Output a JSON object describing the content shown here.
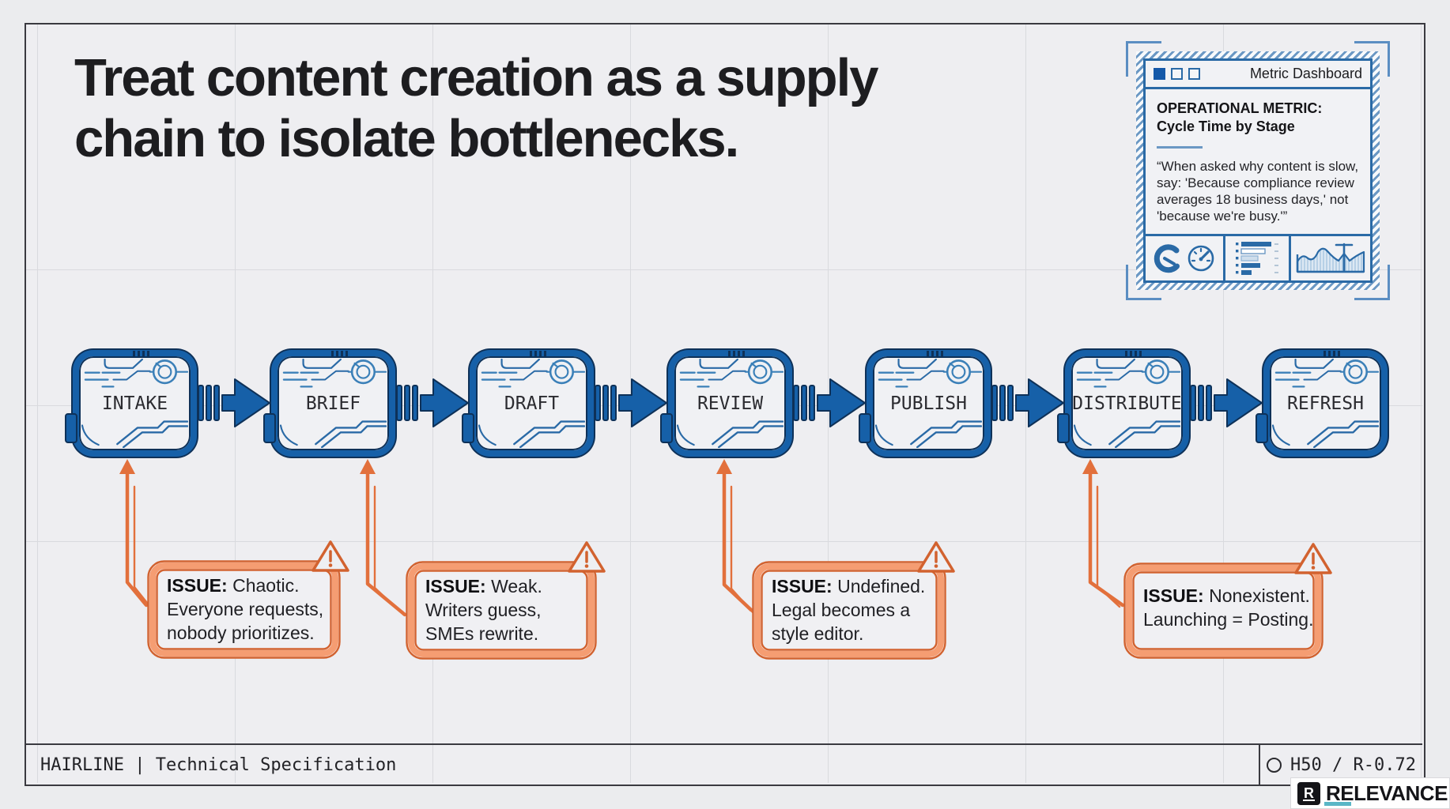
{
  "title": {
    "line1": "Treat content creation as a supply",
    "line2": "chain to isolate bottlenecks."
  },
  "dashboard": {
    "window_title": "Metric Dashboard",
    "metric_label": "OPERATIONAL METRIC:",
    "metric_name": "Cycle Time by Stage",
    "quote": "“When asked why content is slow, say: 'Because compliance review averages 18 business days,' not 'because we're busy.'”",
    "icons": [
      "gauge-icon",
      "speedometer-icon",
      "bar-list-icon",
      "area-chart-icon"
    ]
  },
  "stages": [
    {
      "label": "INTAKE"
    },
    {
      "label": "BRIEF"
    },
    {
      "label": "DRAFT"
    },
    {
      "label": "REVIEW"
    },
    {
      "label": "PUBLISH"
    },
    {
      "label": "DISTRIBUTE"
    },
    {
      "label": "REFRESH"
    }
  ],
  "issues": [
    {
      "label": "ISSUE:",
      "first": "Chaotic.",
      "line2": "Everyone requests,",
      "line3": "nobody prioritizes."
    },
    {
      "label": "ISSUE:",
      "first": "Weak.",
      "line2": "Writers guess,",
      "line3": "SMEs rewrite."
    },
    {
      "label": "ISSUE:",
      "first": "Undefined.",
      "line2": "Legal becomes a",
      "line3": "style editor."
    },
    {
      "label": "ISSUE:",
      "first": "Nonexistent.",
      "line2": "Launching = Posting.",
      "line3": ""
    }
  ],
  "footer": {
    "left": "HAIRLINE | Technical Specification",
    "right": "H50 / R-0.72"
  },
  "brand": {
    "mark": "R",
    "name": "RELEVANCE"
  },
  "colors": {
    "box_blue": "#1660a8",
    "outline_navy": "#0e3158",
    "deco_blue": "#3b80b8",
    "accent_orange": "#e26f3c",
    "callout_light_orange": "#f59d72",
    "callout_dark_orange": "#d2622f",
    "panel_blue": "#2a6aa6",
    "teal": "#59b6c6"
  }
}
